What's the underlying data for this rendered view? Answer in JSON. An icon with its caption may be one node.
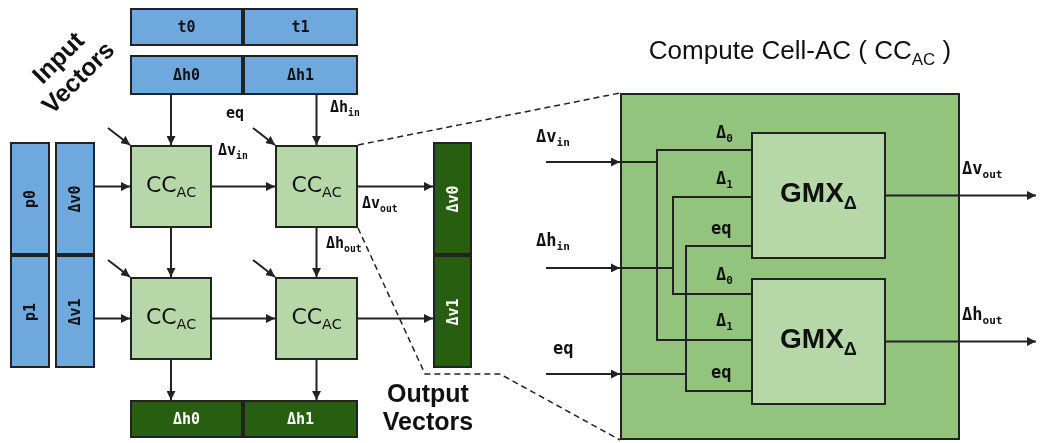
{
  "diagram": {
    "nodes": [
      {
        "text": [
          "t0"
        ]
      },
      {
        "text": [
          "t1"
        ]
      },
      {
        "text": [
          "Δh0"
        ]
      },
      {
        "text": [
          "Δh1"
        ]
      },
      {
        "text": [
          "p0"
        ]
      },
      {
        "text": [
          "Δv0"
        ]
      },
      {
        "text": [
          "p1"
        ]
      },
      {
        "text": [
          "Δv1"
        ]
      },
      {
        "text": [
          "CC$_{AC}$"
        ]
      },
      {
        "text": [
          "CC$_{AC}$"
        ]
      },
      {
        "text": [
          "CC$_{AC}$"
        ]
      },
      {
        "text": [
          "CC$_{AC}$"
        ]
      },
      {
        "text": [
          "Δv0"
        ]
      },
      {
        "text": [
          "Δv1"
        ]
      },
      {
        "text": [
          "Δh0"
        ]
      },
      {
        "text": [
          "Δh1"
        ]
      },
      {
        "text": [
          "Compute Cell-AC ( CC$_{AC}$ )"
        ]
      },
      {
        "text": [
          "GMX$_{Δ}$"
        ],
        "in": 16
      },
      {
        "text": [
          "GMX$_{Δ}$"
        ],
        "in": 16
      }
    ],
    "edges": [
      {
        "from": 2,
        "to": 8,
        "arrow": "to"
      },
      {
        "from": 3,
        "to": 9,
        "arrow": "to",
        "label": "Δh$_{in}$"
      },
      {
        "from": 5,
        "to": 8,
        "arrow": "to"
      },
      {
        "from": 7,
        "to": 10,
        "arrow": "to"
      },
      {
        "from": 8,
        "to": 9,
        "arrow": "to",
        "label": "Δv$_{in}$"
      },
      {
        "from": 10,
        "to": 11,
        "arrow": "to"
      },
      {
        "from": 8,
        "to": 10,
        "arrow": "to"
      },
      {
        "from": 9,
        "to": 11,
        "arrow": "to",
        "label": "Δh$_{out}$"
      },
      {
        "from": 9,
        "to": 12,
        "arrow": "to",
        "label": "Δv$_{out}$"
      },
      {
        "from": 11,
        "to": 13,
        "arrow": "to"
      },
      {
        "from": 10,
        "to": 14,
        "arrow": "to"
      },
      {
        "from": 11,
        "to": 15,
        "arrow": "to"
      },
      {
        "from": null,
        "to": 8,
        "arrow": "to"
      },
      {
        "from": null,
        "to": 9,
        "arrow": "to",
        "label": "eq"
      },
      {
        "from": null,
        "to": 10,
        "arrow": "to"
      },
      {
        "from": null,
        "to": 11,
        "arrow": "to"
      },
      {
        "from": 9,
        "to": 16,
        "arrow": "none",
        "style": "dashed"
      },
      {
        "from": 9,
        "to": 16,
        "arrow": "none",
        "style": "dashed"
      },
      {
        "from": null,
        "to": 16,
        "arrow": "to",
        "label": "Δv$_{in}$"
      },
      {
        "from": null,
        "to": 16,
        "arrow": "to",
        "label": "Δh$_{in}$"
      },
      {
        "from": null,
        "to": 16,
        "arrow": "to",
        "label": "eq"
      },
      {
        "from": 16,
        "to": 17,
        "arrow": "none",
        "label": "Δ$_{0}$"
      },
      {
        "from": 16,
        "to": 18,
        "arrow": "none",
        "label": "Δ$_{1}$"
      },
      {
        "from": 16,
        "to": 17,
        "arrow": "none",
        "label": "Δ$_{1}$"
      },
      {
        "from": 16,
        "to": 18,
        "arrow": "none",
        "label": "Δ$_{0}$"
      },
      {
        "from": 16,
        "to": 17,
        "arrow": "none",
        "label": "eq"
      },
      {
        "from": 16,
        "to": 18,
        "arrow": "none",
        "label": "eq"
      },
      {
        "from": 17,
        "to": null,
        "arrow": "to",
        "label": "Δv$_{out}$"
      },
      {
        "from": 18,
        "to": null,
        "arrow": "to",
        "label": "Δh$_{out}$"
      }
    ],
    "labels": [
      "Input Vectors",
      "Output Vectors"
    ]
  }
}
